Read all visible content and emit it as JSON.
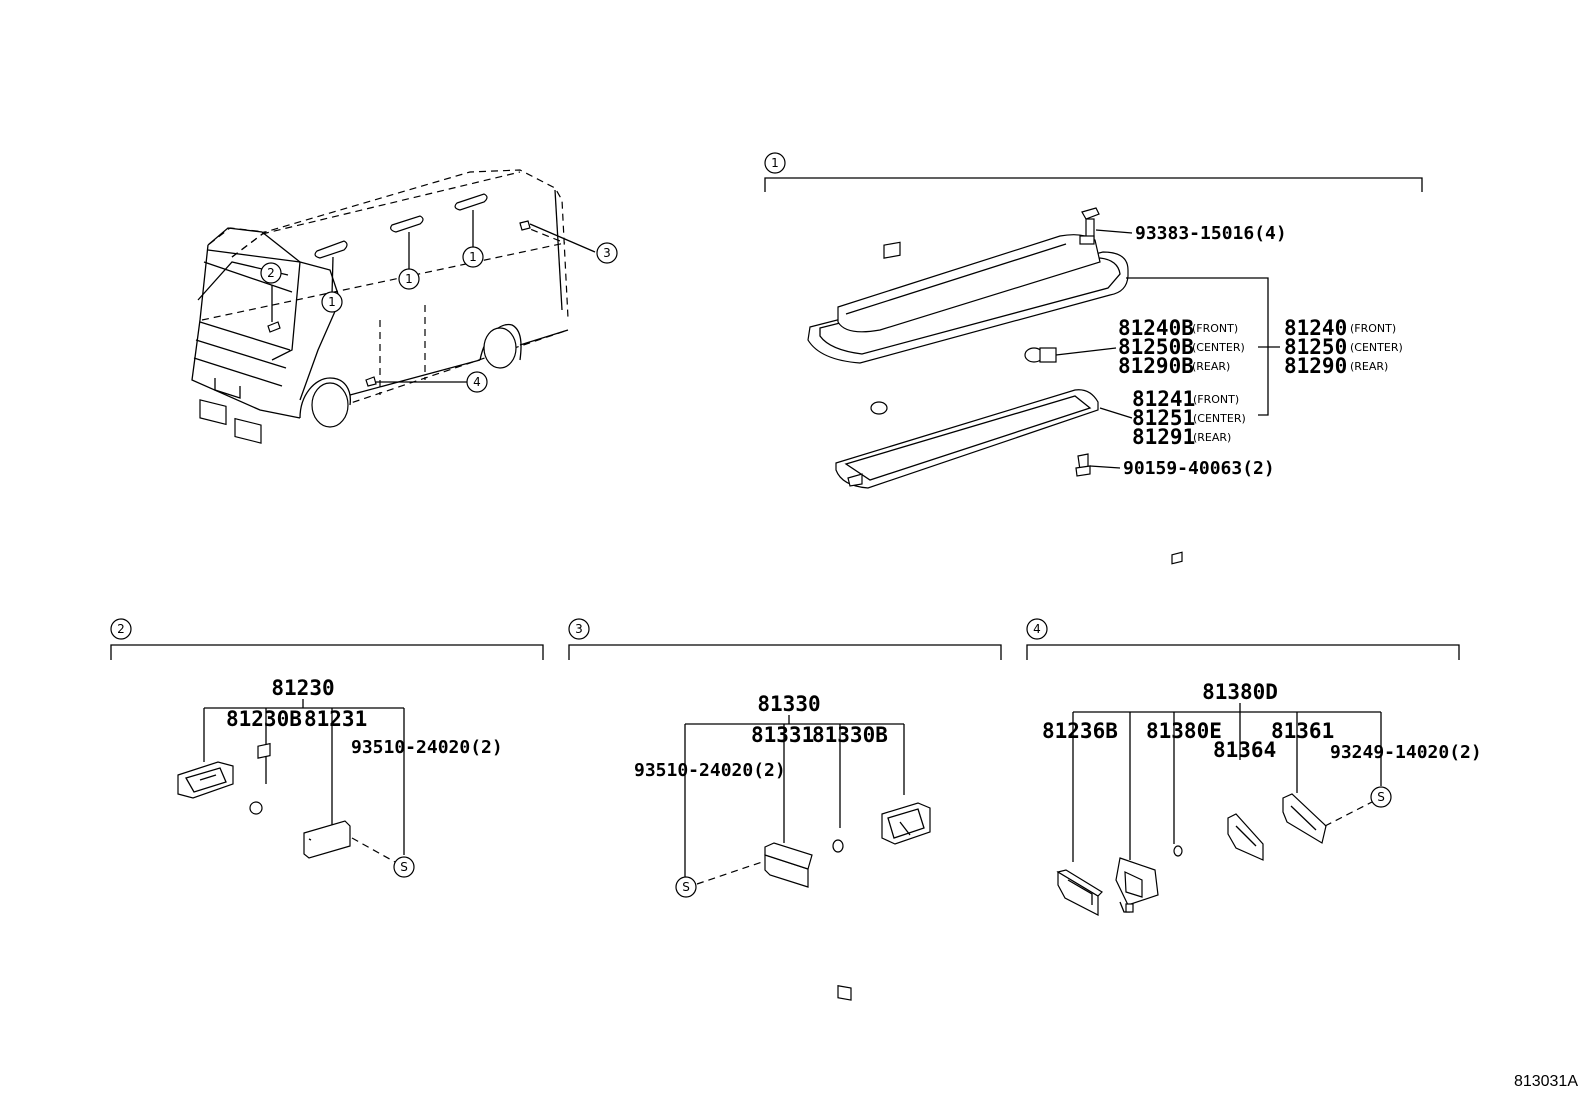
{
  "figure_code": "813031A",
  "callouts": {
    "c1": "1",
    "c2": "2",
    "c3": "3",
    "c4": "4"
  },
  "s_marker": "S",
  "section1": {
    "label": "1",
    "screw_top": "93383-15016(4)",
    "screw_bottom": "90159-40063(2)",
    "lamp_front": "81240B",
    "lamp_front_tag": "(FRONT)",
    "lamp_center": "81250B",
    "lamp_center_tag": "(CENTER)",
    "lamp_rear": "81290B",
    "lamp_rear_tag": "(REAR)",
    "lens_front": "81241",
    "lens_front_tag": "(FRONT)",
    "lens_center": "81251",
    "lens_center_tag": "(CENTER)",
    "lens_rear": "81291",
    "lens_rear_tag": "(REAR)",
    "assy_front": "81240",
    "assy_front_tag": "(FRONT)",
    "assy_center": "81250",
    "assy_center_tag": "(CENTER)",
    "assy_rear": "81290",
    "assy_rear_tag": "(REAR)"
  },
  "section2": {
    "label": "2",
    "assy": "81230",
    "sub_a": "81230B",
    "sub_b": "81231",
    "screw": "93510-24020(2)"
  },
  "section3": {
    "label": "3",
    "assy": "81330",
    "sub_a": "81331",
    "sub_b": "81330B",
    "screw": "93510-24020(2)"
  },
  "section4": {
    "label": "4",
    "assy": "81380D",
    "sub_a": "81236B",
    "sub_b": "81380E",
    "sub_c": "81364",
    "sub_d": "81361",
    "screw": "93249-14020(2)"
  },
  "icons": {
    "bus": "bus-illustration",
    "lamp": "dome-lamp-icon",
    "bulb": "bulb-icon",
    "screw": "screw-icon"
  }
}
